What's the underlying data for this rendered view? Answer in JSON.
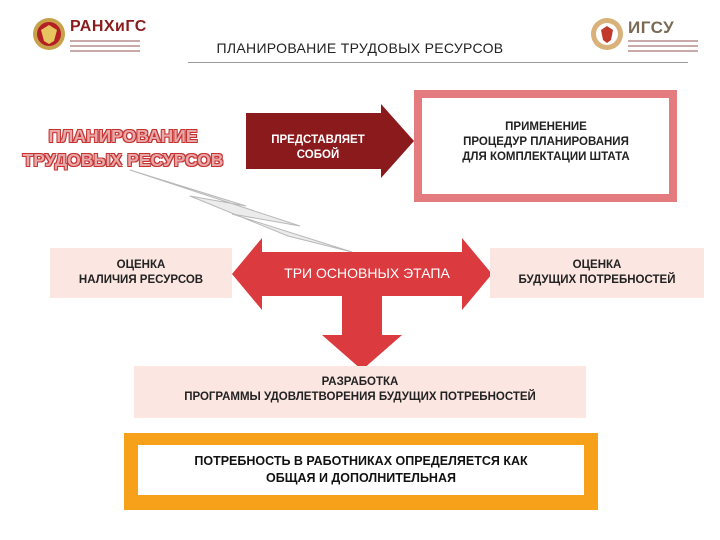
{
  "header": {
    "left_logo_name": "РАНХиГС",
    "right_logo_name": "ИГСУ",
    "title": "ПЛАНИРОВАНИЕ ТРУДОВЫХ РЕСУРСОВ"
  },
  "diagram": {
    "main_heading_line1": "ПЛАНИРОВАНИЕ",
    "main_heading_line2": "ТРУДОВЫХ РЕСУРСОВ",
    "arrow_line1": "ПРЕДСТАВЛЯЕТ",
    "arrow_line2": "СОБОЙ",
    "application_line1": "ПРИМЕНЕНИЕ",
    "application_line2": "ПРОЦЕДУР ПЛАНИРОВАНИЯ",
    "application_line3": "ДЛЯ КОМПЛЕКТАЦИИ ШТАТА",
    "stages_label": "ТРИ ОСНОВНЫХ ЭТАПА",
    "stage_left_line1": "ОЦЕНКА",
    "stage_left_line2": "НАЛИЧИЯ РЕСУРСОВ",
    "stage_right_line1": "ОЦЕНКА",
    "stage_right_line2": "БУДУЩИХ ПОТРЕБНОСТЕЙ",
    "stage_bottom_line1": "РАЗРАБОТКА",
    "stage_bottom_line2": "ПРОГРАММЫ УДОВЛЕТВОРЕНИЯ БУДУЩИХ ПОТРЕБНОСТЕЙ",
    "conclusion_line1": "ПОТРЕБНОСТЬ В РАБОТНИКАХ ОПРЕДЕЛЯЕТСЯ КАК",
    "conclusion_line2": "ОБЩАЯ И ДОПОЛНИТЕЛЬНАЯ"
  },
  "colors": {
    "dark_red": "#8b1a1c",
    "red": "#db3a3f",
    "pink_border": "#e37b7f",
    "light_pink": "#fbe6e2",
    "orange": "#f7a11a"
  }
}
